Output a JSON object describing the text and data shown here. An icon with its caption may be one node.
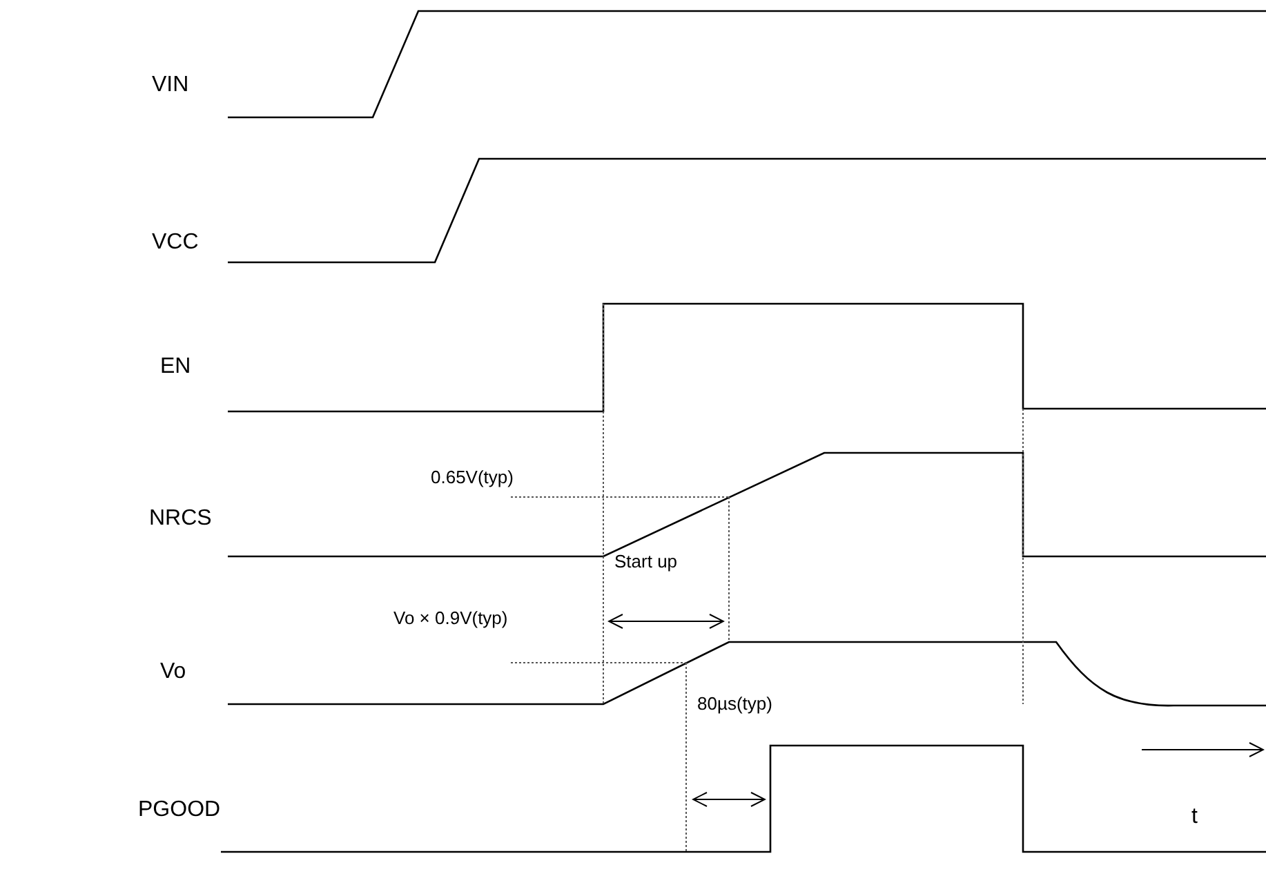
{
  "diagram": {
    "labels": [
      "VIN",
      "VCC",
      "EN",
      "0.65V(typ)",
      "NRCS",
      "Start up",
      "Vo × 0.9V(typ)",
      "Vo",
      "80µs(typ)",
      "PGOOD",
      "t"
    ]
  }
}
